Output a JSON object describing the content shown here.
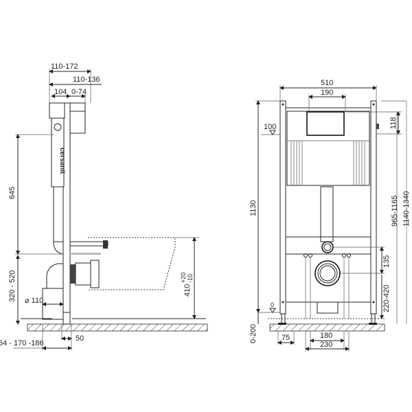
{
  "drawing": {
    "type": "installation frame technical drawing (WC frame)",
    "brand_label": "cersanit",
    "side_view": {
      "dims": {
        "top_outer": "110-172",
        "top_mid": "110-136",
        "frame_depth": "104",
        "button_offset": "0-74",
        "height_upper": "645",
        "height_lower": "320 - 520",
        "pipe_diameter": "⌀ 110",
        "bowl_height_base": "410",
        "bowl_height_tol_plus": "+20",
        "bowl_height_tol_minus": "-10",
        "bottom_range": "64 - 170 -186",
        "foot_width": "50"
      }
    },
    "front_view": {
      "dims": {
        "width_total": "510",
        "button_width": "190",
        "level_top": "100",
        "top_offset": "118",
        "height_total": "1130",
        "height_range_a": "965-1165",
        "height_range_b": "1140-1340",
        "inlet_gap": "135",
        "outlet_height": "220-420",
        "level_zero": "0",
        "floor_adjust": "0-200",
        "foot": "75",
        "bolt_spacing": "180",
        "outlet_spacing": "230"
      }
    },
    "colors": {
      "line": "#222222",
      "hatch": "#333333",
      "background": "#ffffff"
    }
  }
}
